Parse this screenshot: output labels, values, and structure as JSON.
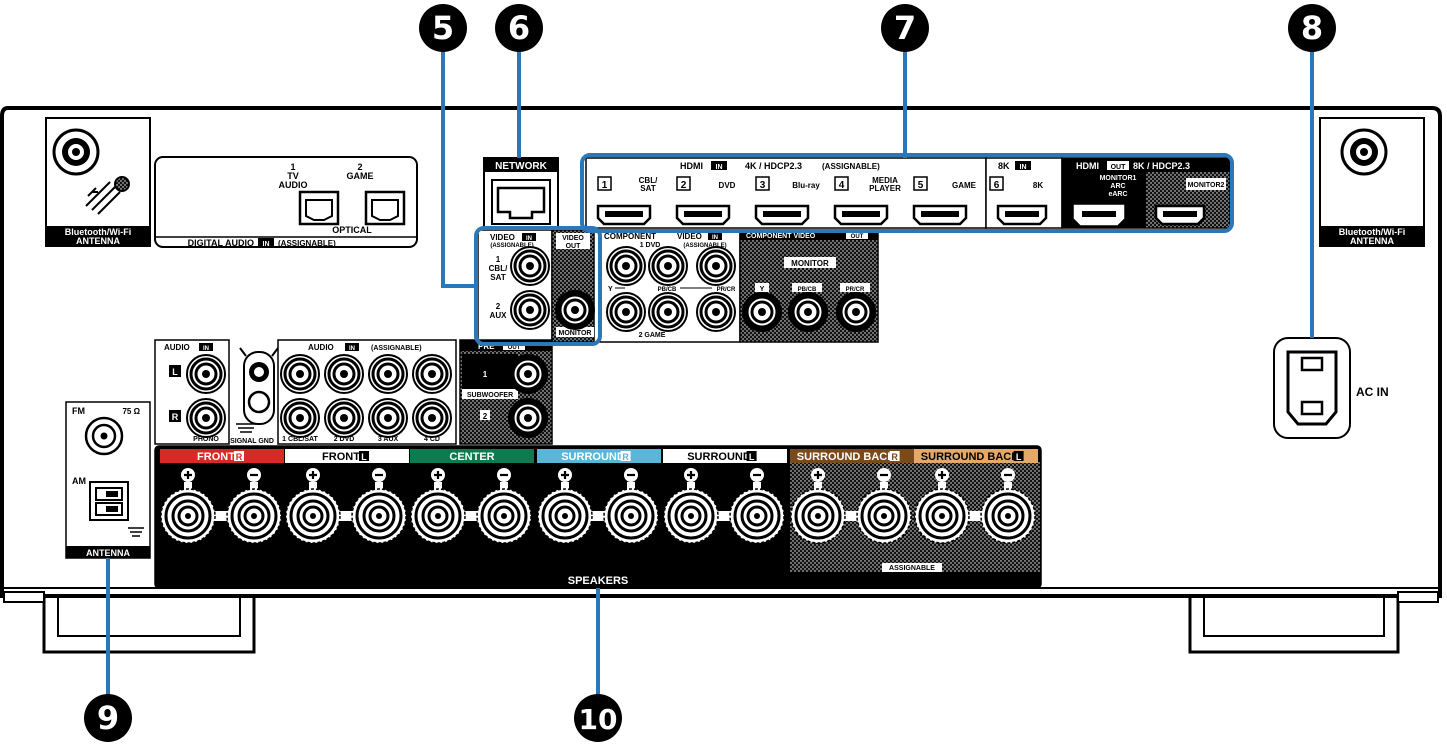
{
  "colors": {
    "callout_line": "#2a78b8",
    "front_r": "#d42b27",
    "center": "#0d7a4f",
    "surround_r": "#5ab5d6",
    "surround_back_r": "#7a4a1a",
    "surround_back_l": "#e3a96b"
  },
  "callouts": [
    "5",
    "6",
    "7",
    "8",
    "9",
    "10"
  ],
  "bt_left": {
    "line1": "Bluetooth/Wi-Fi",
    "line2": "ANTENNA"
  },
  "bt_right": {
    "line1": "Bluetooth/Wi-Fi",
    "line2": "ANTENNA"
  },
  "digital_audio": {
    "tv_num": "1",
    "tv": "TV",
    "tv_sub": "AUDIO",
    "game_num": "2",
    "game": "GAME",
    "optical": "OPTICAL",
    "footer_pre": "DIGITAL AUDIO",
    "footer_in": "IN",
    "footer_post": "(ASSIGNABLE)"
  },
  "network": {
    "label": "NETWORK"
  },
  "hdmi_in": {
    "title_pre": "HDMI",
    "title_in": "IN",
    "title_post": "4K / HDCP2.3",
    "title_tail": "(ASSIGNABLE)",
    "ports": [
      {
        "num": "1",
        "name1": "CBL/",
        "name2": "SAT"
      },
      {
        "num": "2",
        "name1": "DVD",
        "name2": ""
      },
      {
        "num": "3",
        "name1": "Blu-ray",
        "name2": ""
      },
      {
        "num": "4",
        "name1": "MEDIA",
        "name2": "PLAYER"
      },
      {
        "num": "5",
        "name1": "GAME",
        "name2": ""
      }
    ],
    "eightk_head": "8K",
    "eightk_in": "IN",
    "eightk_num": "6",
    "eightk_name": "8K"
  },
  "hdmi_out": {
    "head_pre": "HDMI",
    "head_out": "OUT",
    "head_post": "8K / HDCP2.3",
    "mon1": "MONITOR1",
    "arc": "ARC",
    "earc": "eARC",
    "mon2": "MONITOR2"
  },
  "video_in": {
    "head": "VIDEO",
    "head_in": "IN",
    "head_sub": "(ASSIGNABLE)",
    "in1_num": "1",
    "in1_a": "CBL/",
    "in1_b": "SAT",
    "in2_num": "2",
    "in2_a": "AUX",
    "out_a": "VIDEO",
    "out_b": "OUT",
    "monitor": "MONITOR"
  },
  "component_in": {
    "head_pre": "COMPONENT",
    "head_video": "VIDEO",
    "head_in": "IN",
    "head_sub": "(ASSIGNABLE)",
    "dvd": "1 DVD",
    "y": "Y",
    "pb": "PB/CB",
    "pr": "PR/CR",
    "game": "2 GAME"
  },
  "component_out": {
    "head_pre": "COMPONENT VIDEO",
    "head_out": "OUT",
    "monitor": "MONITOR",
    "y": "Y",
    "pb": "PB/CB",
    "pr": "PR/CR"
  },
  "audio_in_phono": {
    "head": "AUDIO",
    "head_in": "IN",
    "l": "L",
    "r": "R",
    "phono": "PHONO"
  },
  "signal_gnd": "SIGNAL GND",
  "audio_in_assignable": {
    "head": "AUDIO",
    "head_in": "IN",
    "head_sub": "(ASSIGNABLE)",
    "inputs": [
      "1 CBL/SAT",
      "2 DVD",
      "3 AUX",
      "4 CD"
    ]
  },
  "pre_out": {
    "head": "PRE",
    "head_out": "OUT",
    "one": "1",
    "sub": "SUBWOOFER",
    "two": "2"
  },
  "antenna": {
    "fm": "FM",
    "ohm": "75 Ω",
    "am": "AM",
    "label": "ANTENNA"
  },
  "ac_in": "AC IN",
  "speakers": {
    "groups": [
      {
        "name": "FRONT",
        "side": "R"
      },
      {
        "name": "FRONT",
        "side": "L"
      },
      {
        "name": "CENTER",
        "side": ""
      },
      {
        "name": "SURROUND",
        "side": "R"
      },
      {
        "name": "SURROUND",
        "side": "L"
      },
      {
        "name": "SURROUND BACK",
        "side": "R"
      },
      {
        "name": "SURROUND BACK",
        "side": "L"
      }
    ],
    "assignable": "ASSIGNABLE",
    "label": "SPEAKERS"
  }
}
